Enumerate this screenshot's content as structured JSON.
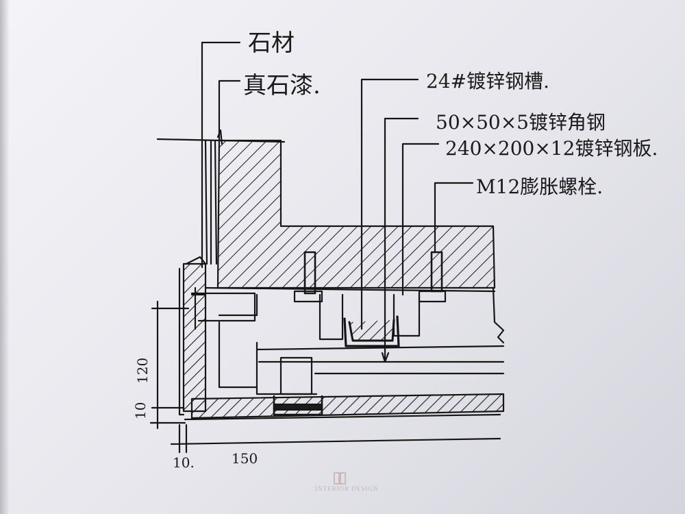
{
  "labels": {
    "stone": "石材",
    "real_stone_paint": "真石漆.",
    "channel": "24#镀锌钢槽.",
    "angle": "50×50×5镀锌角钢",
    "plate": "240×200×12镀锌钢板.",
    "bolt": "M12膨胀螺栓."
  },
  "dimensions": {
    "v_120": "120",
    "v_10": "10",
    "h_10": "10.",
    "h_150": "150"
  },
  "watermark": {
    "title": "INTERIOR DESIGN"
  }
}
